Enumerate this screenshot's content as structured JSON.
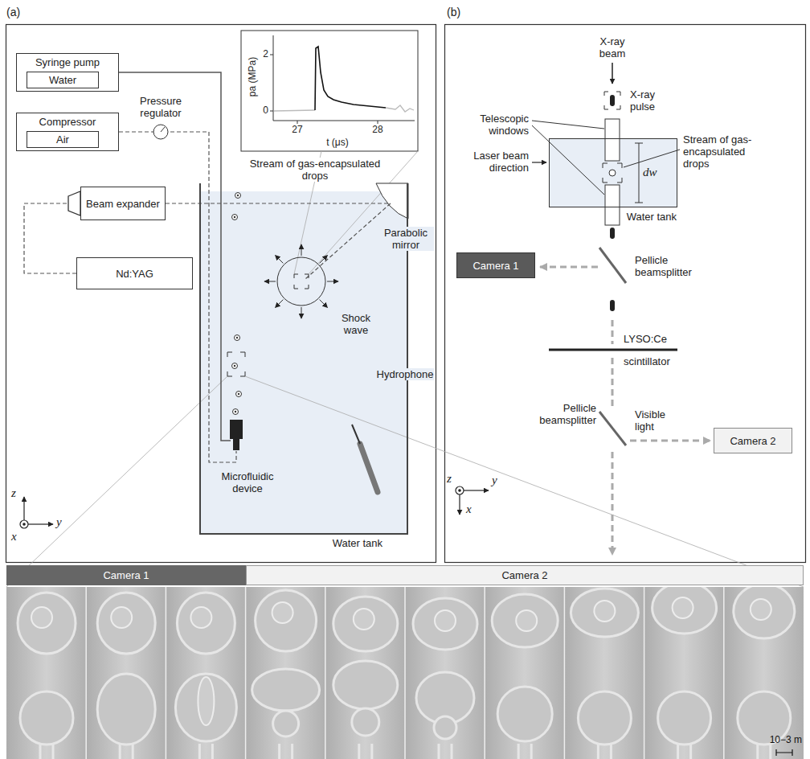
{
  "diagram": {
    "nodes": [
      {
        "text": [
          "Syringe pump"
        ]
      },
      {
        "text": [
          "Water"
        ],
        "in": 0
      },
      {
        "text": [
          "Compressor"
        ]
      },
      {
        "text": [
          "Air"
        ],
        "in": 2
      },
      {
        "text": [
          "Beam expander"
        ]
      },
      {
        "text": [
          "Nd:YAG"
        ]
      },
      {
        "text": [
          "Water tank"
        ]
      },
      {
        "text": [
          "Water tank"
        ]
      },
      {
        "text": [
          "Camera 1"
        ]
      },
      {
        "text": [
          "Camera 2"
        ]
      },
      {
        "text": [
          "Camera 1"
        ]
      },
      {
        "text": [
          "Camera 2"
        ]
      }
    ],
    "edges": [
      {
        "from": 0,
        "to": 6,
        "arrow": "none"
      },
      {
        "from": 2,
        "to": 6,
        "arrow": "none"
      },
      {
        "from": 5,
        "to": 4,
        "arrow": "none"
      }
    ],
    "labels": [
      "(a)",
      "(b)",
      "pa (MPa)",
      "2",
      "0",
      "27",
      "28",
      "t (μs)",
      "Pressure regulator",
      "Stream of gas-encapsulated drops",
      "Parabolic mirror",
      "Shock wave",
      "Hydrophone",
      "Microfluidic device",
      "z",
      "x",
      "y",
      "X-ray beam",
      "X-ray pulse",
      "Telescopic windows",
      "Stream of gas-encapsulated drops",
      "Laser beam direction",
      "dw",
      "Pellicle beamsplitter",
      "LYSO:Ce",
      "scintillator",
      "Pellicle beamsplitter",
      "Visible light",
      "z",
      "y",
      "x",
      "10−3 m"
    ]
  }
}
